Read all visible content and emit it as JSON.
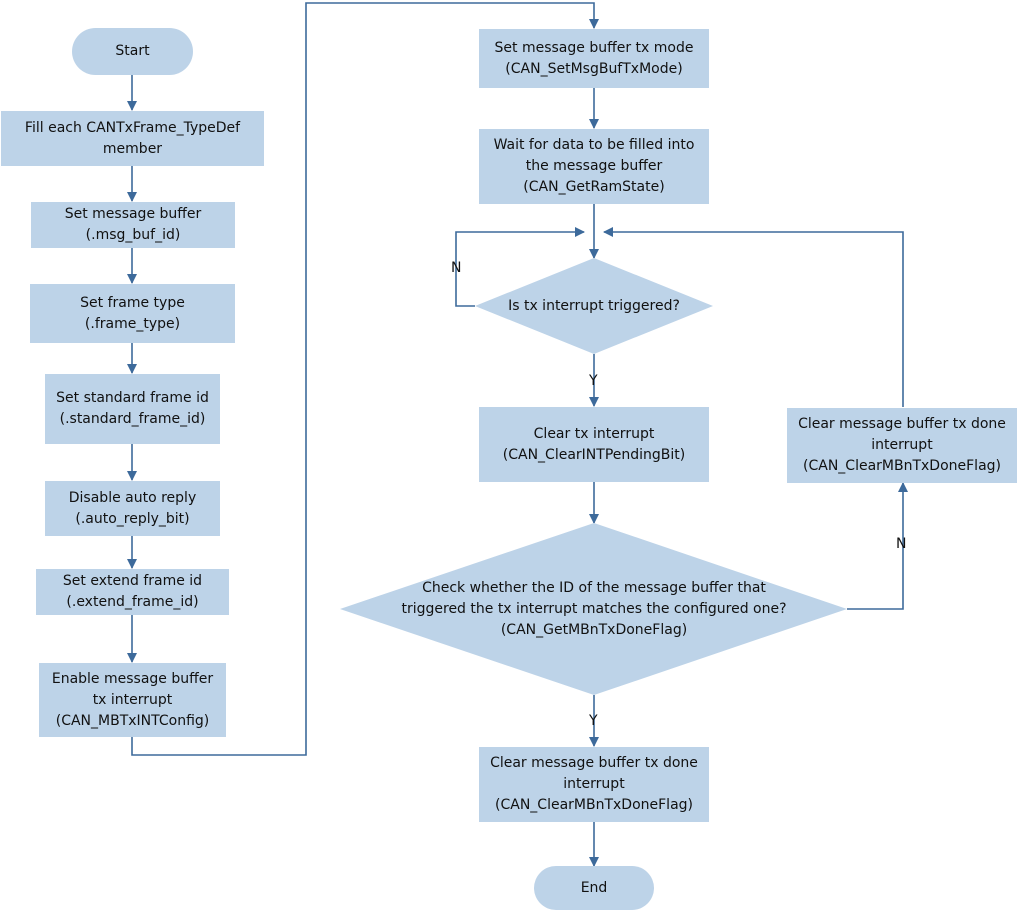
{
  "colors": {
    "fill": "#bdd3e8",
    "line": "#3d6a9b"
  },
  "start": {
    "label": "Start"
  },
  "left_steps": [
    {
      "lines": [
        "Fill each CANTxFrame_TypeDef",
        "member"
      ]
    },
    {
      "lines": [
        "Set message buffer",
        "(.msg_buf_id)"
      ]
    },
    {
      "lines": [
        "Set frame type",
        "(.frame_type)"
      ]
    },
    {
      "lines": [
        "Set standard frame id",
        "(.standard_frame_id)"
      ]
    },
    {
      "lines": [
        "Disable auto reply",
        "(.auto_reply_bit)"
      ]
    },
    {
      "lines": [
        "Set extend frame id",
        "(.extend_frame_id)"
      ]
    },
    {
      "lines": [
        "Enable message buffer",
        "tx interrupt",
        "(CAN_MBTxINTConfig)"
      ]
    }
  ],
  "right_steps": {
    "set_tx_mode": {
      "lines": [
        "Set message buffer tx mode",
        "(CAN_SetMsgBufTxMode)"
      ]
    },
    "wait_data": {
      "lines": [
        "Wait for data to be filled into",
        "the message buffer",
        "(CAN_GetRamState)"
      ]
    },
    "clear_tx_int": {
      "lines": [
        "Clear tx interrupt",
        "(CAN_ClearINTPendingBit)"
      ]
    },
    "clear_done_side": {
      "lines": [
        "Clear message buffer tx done",
        "interrupt",
        "(CAN_ClearMBnTxDoneFlag)"
      ]
    },
    "clear_done_bottom": {
      "lines": [
        "Clear message buffer tx done",
        "interrupt",
        "(CAN_ClearMBnTxDoneFlag)"
      ]
    }
  },
  "decisions": {
    "tx_triggered": {
      "lines": [
        "Is tx interrupt triggered?"
      ]
    },
    "id_match": {
      "lines": [
        "Check whether the ID of the message buffer that",
        "triggered the tx interrupt matches the configured one?",
        "(CAN_GetMBnTxDoneFlag)"
      ]
    }
  },
  "branch_labels": {
    "tx_no": "N",
    "tx_yes": "Y",
    "match_no": "N",
    "match_yes": "Y"
  },
  "end": {
    "label": "End"
  }
}
